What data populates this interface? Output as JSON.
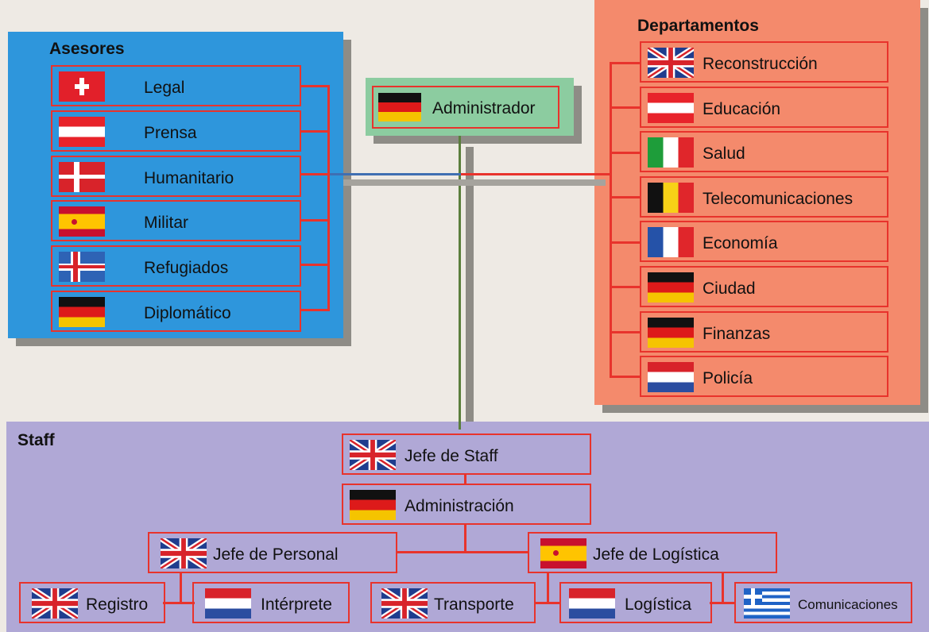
{
  "advisors": {
    "title": "Asesores",
    "items": [
      {
        "label": "Legal",
        "flag": "switzerland"
      },
      {
        "label": "Prensa",
        "flag": "austria"
      },
      {
        "label": "Humanitario",
        "flag": "denmark"
      },
      {
        "label": "Militar",
        "flag": "spain"
      },
      {
        "label": "Refugiados",
        "flag": "iceland"
      },
      {
        "label": "Diplomático",
        "flag": "germany"
      }
    ]
  },
  "administrator": {
    "label": "Administrador",
    "flag": "germany"
  },
  "departments": {
    "title": "Departamentos",
    "items": [
      {
        "label": "Reconstrucción",
        "flag": "united-kingdom"
      },
      {
        "label": "Educación",
        "flag": "austria"
      },
      {
        "label": "Salud",
        "flag": "italy"
      },
      {
        "label": "Telecomunicaciones",
        "flag": "belgium"
      },
      {
        "label": "Economía",
        "flag": "france"
      },
      {
        "label": "Ciudad",
        "flag": "germany"
      },
      {
        "label": "Finanzas",
        "flag": "germany"
      },
      {
        "label": "Policía",
        "flag": "netherlands"
      }
    ]
  },
  "staff": {
    "title": "Staff",
    "chief": {
      "label": "Jefe de Staff",
      "flag": "united-kingdom"
    },
    "administration": {
      "label": "Administración",
      "flag": "germany"
    },
    "personnel_chief": {
      "label": "Jefe de Personal",
      "flag": "united-kingdom"
    },
    "logistics_chief": {
      "label": "Jefe de Logística",
      "flag": "spain"
    },
    "registry": {
      "label": "Registro",
      "flag": "united-kingdom"
    },
    "interpreter": {
      "label": "Intérprete",
      "flag": "netherlands"
    },
    "transport": {
      "label": "Transporte",
      "flag": "united-kingdom"
    },
    "logistics": {
      "label": "Logística",
      "flag": "netherlands"
    },
    "communications": {
      "label": "Comunicaciones",
      "flag": "greece"
    }
  },
  "colors": {
    "advisors_panel": "#2e96dc",
    "departments_panel": "#f48a6c",
    "administrator_panel": "#8ccca0",
    "staff_panel": "#b0a8d6",
    "connector": "#e8332c",
    "background": "#eeeae4"
  }
}
